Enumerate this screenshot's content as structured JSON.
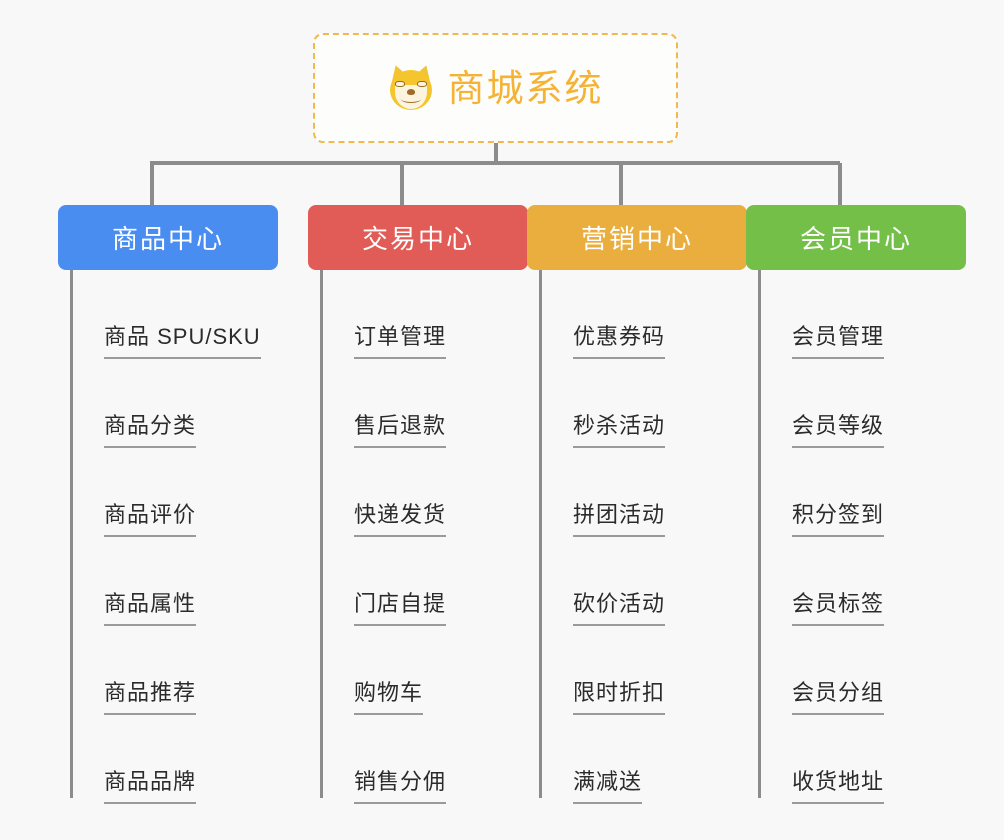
{
  "diagram": {
    "type": "mind-map",
    "background_color": "#f8f8f8",
    "root": {
      "title": "商城系统",
      "icon": "shiba-inu-dog-face-emoji",
      "border_color": "#f2b84b",
      "text_color": "#f5b335"
    },
    "connector_color": "#8c8c8c",
    "branches": [
      {
        "label": "商品中心",
        "color": "#4a8df0",
        "items": [
          "商品 SPU/SKU",
          "商品分类",
          "商品评价",
          "商品属性",
          "商品推荐",
          "商品品牌"
        ]
      },
      {
        "label": "交易中心",
        "color": "#e25c57",
        "items": [
          "订单管理",
          "售后退款",
          "快递发货",
          "门店自提",
          "购物车",
          "销售分佣"
        ]
      },
      {
        "label": "营销中心",
        "color": "#eaae3f",
        "items": [
          "优惠券码",
          "秒杀活动",
          "拼团活动",
          "砍价活动",
          "限时折扣",
          "满减送"
        ]
      },
      {
        "label": "会员中心",
        "color": "#73bf48",
        "items": [
          "会员管理",
          "会员等级",
          "积分签到",
          "会员标签",
          "会员分组",
          "收货地址"
        ]
      }
    ]
  }
}
